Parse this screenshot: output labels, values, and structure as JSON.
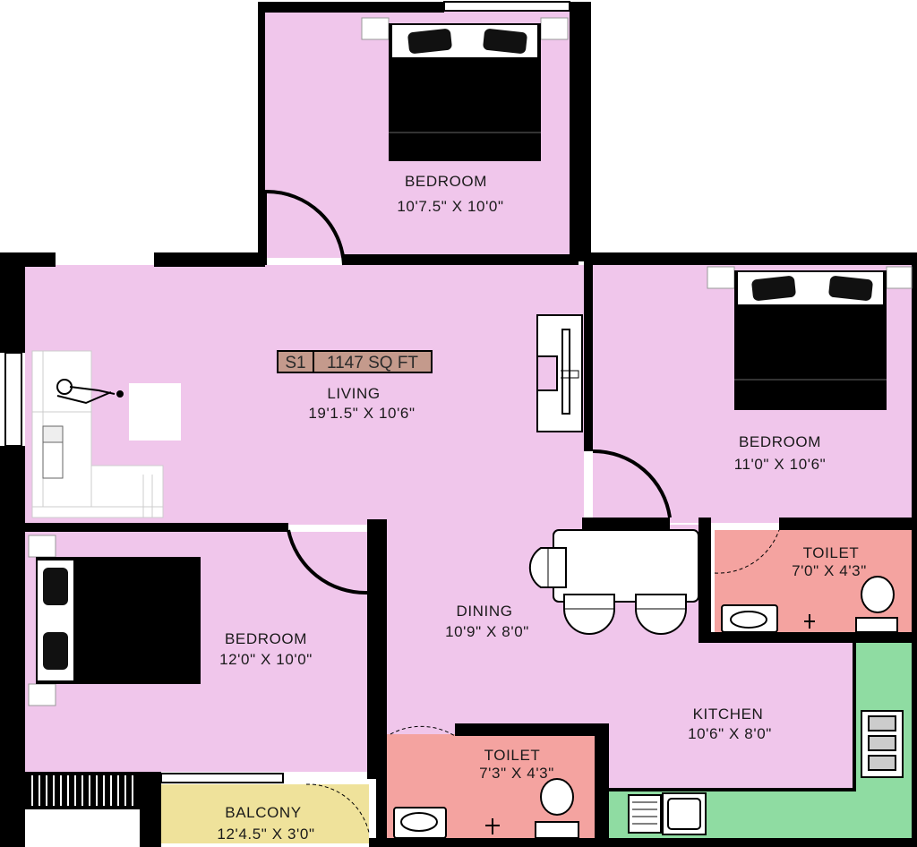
{
  "unit": {
    "type": "S1",
    "area": "1147 SQ FT"
  },
  "colors": {
    "wall": "#000000",
    "room": "#f0c6eb",
    "toilet": "#f4a3a0",
    "kitchen_counter": "#8fdca2",
    "balcony": "#efe29b",
    "furniture": "#ffffff",
    "label_box": "#c49a8c"
  },
  "rooms": {
    "bedroom_top": {
      "name": "BEDROOM",
      "dims": "10'7.5\" X 10'0\""
    },
    "bedroom_right": {
      "name": "BEDROOM",
      "dims": "11'0\" X 10'6\""
    },
    "bedroom_left": {
      "name": "BEDROOM",
      "dims": "12'0\" X 10'0\""
    },
    "living": {
      "name": "LIVING",
      "dims": "19'1.5\" X 10'6\""
    },
    "dining": {
      "name": "DINING",
      "dims": "10'9\" X 8'0\""
    },
    "kitchen": {
      "name": "KITCHEN",
      "dims": "10'6\" X 8'0\""
    },
    "toilet_right": {
      "name": "TOILET",
      "dims": "7'0\" X 4'3\""
    },
    "toilet_bottom": {
      "name": "TOILET",
      "dims": "7'3\" X 4'3\""
    },
    "balcony": {
      "name": "BALCONY",
      "dims": "12'4.5\" X 3'0\""
    }
  }
}
